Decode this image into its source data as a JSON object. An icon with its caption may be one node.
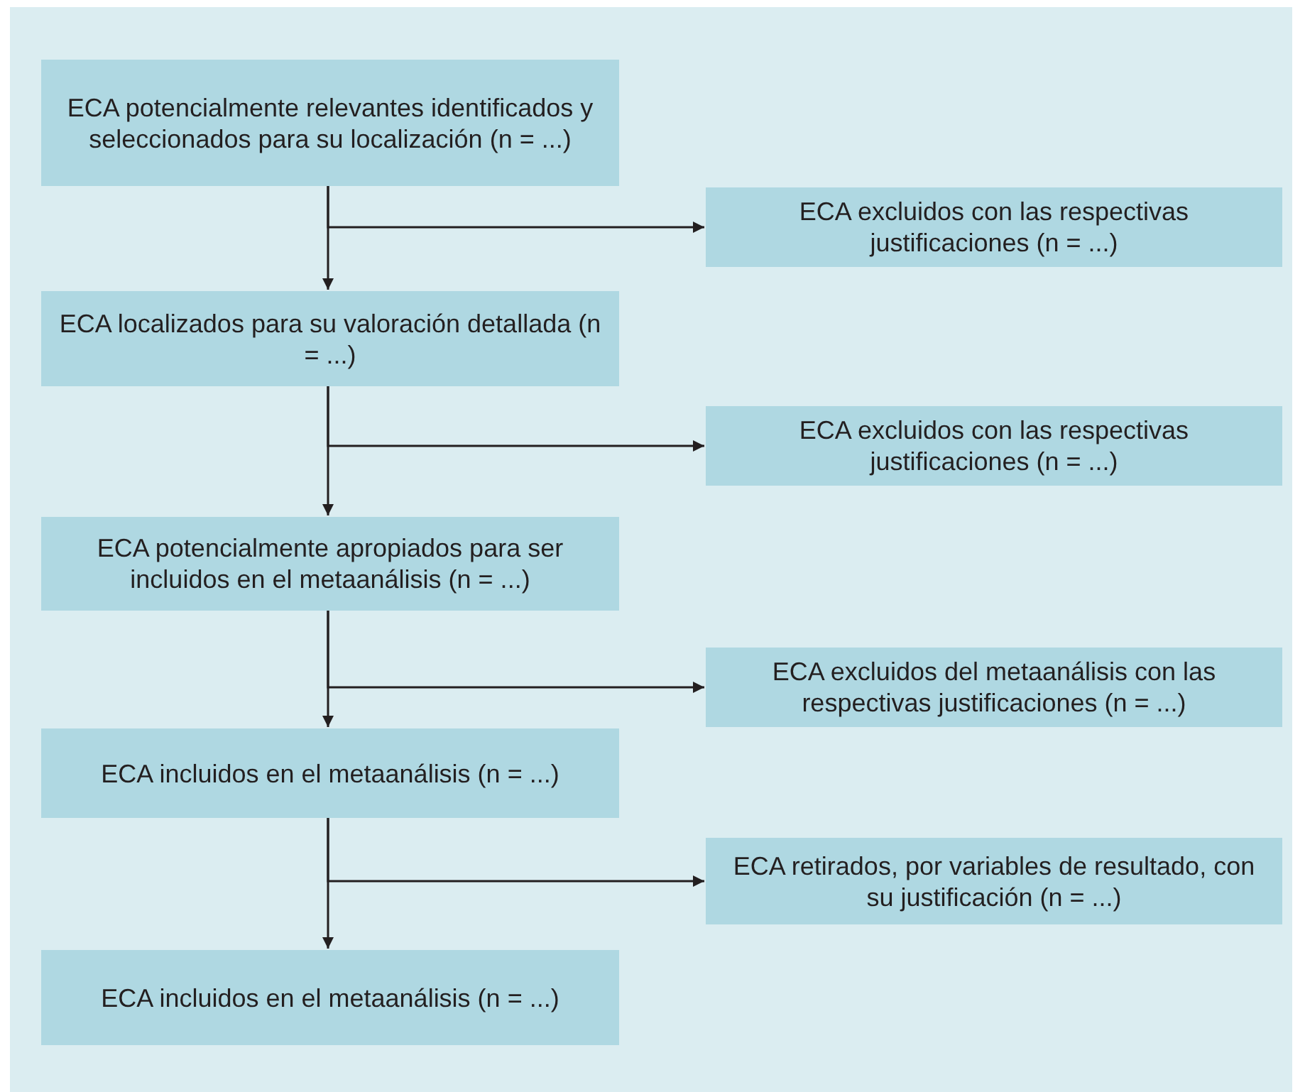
{
  "diagram": {
    "nodes": [
      {
        "text": [
          "ECA potencialmente relevantes identificados y seleccionados para su localización (n = ...)"
        ]
      },
      {
        "text": [
          "ECA excluidos con las respectivas justificaciones (n = ...)"
        ]
      },
      {
        "text": [
          "ECA localizados para su valoración detallada (n = ...)"
        ]
      },
      {
        "text": [
          "ECA excluidos con las respectivas justificaciones (n = ...)"
        ]
      },
      {
        "text": [
          "ECA potencialmente apropiados para ser incluidos en el metaanálisis (n = ...)"
        ]
      },
      {
        "text": [
          "ECA excluidos del metaanálisis con las respectivas justificaciones (n = ...)"
        ]
      },
      {
        "text": [
          "ECA incluidos en el metaanálisis (n = ...)"
        ]
      },
      {
        "text": [
          "ECA retirados, por variables de resultado, con su justificación (n = ...)"
        ]
      },
      {
        "text": [
          "ECA incluidos en el metaanálisis (n = ...)"
        ]
      }
    ],
    "edges": [
      {
        "from": 0,
        "to": 2,
        "arrow": "to"
      },
      {
        "from": 0,
        "to": 1,
        "arrow": "to"
      },
      {
        "from": 2,
        "to": 4,
        "arrow": "to"
      },
      {
        "from": 2,
        "to": 3,
        "arrow": "to"
      },
      {
        "from": 4,
        "to": 6,
        "arrow": "to"
      },
      {
        "from": 4,
        "to": 5,
        "arrow": "to"
      },
      {
        "from": 6,
        "to": 8,
        "arrow": "to"
      },
      {
        "from": 6,
        "to": 7,
        "arrow": "to"
      }
    ]
  }
}
